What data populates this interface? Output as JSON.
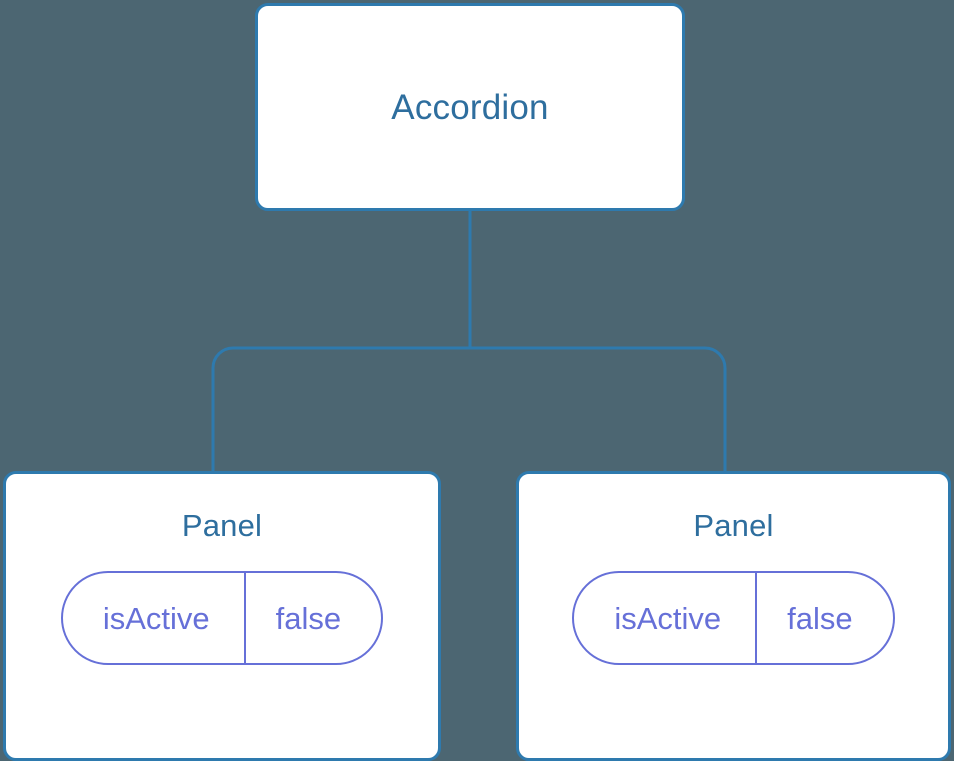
{
  "diagram": {
    "type": "component-tree",
    "background_color": "#4c6672",
    "node_border_color": "#2e7aae",
    "node_title_color": "#2e6e9e",
    "prop_color": "#6670d8",
    "connector_color": "#2e7aae",
    "root": {
      "label": "Accordion"
    },
    "children": [
      {
        "label": "Panel",
        "prop": {
          "key": "isActive",
          "value": "false"
        }
      },
      {
        "label": "Panel",
        "prop": {
          "key": "isActive",
          "value": "false"
        }
      }
    ]
  }
}
